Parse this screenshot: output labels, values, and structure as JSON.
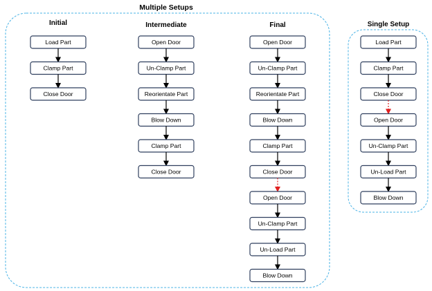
{
  "groups": {
    "multiple": {
      "title": "Multiple Setups"
    },
    "single": {
      "title": "Single Setup"
    }
  },
  "columns": [
    {
      "title": "Initial",
      "steps": [
        "Load Part",
        "Clamp Part",
        "Close Door"
      ],
      "dashed_after": []
    },
    {
      "title": "Intermediate",
      "steps": [
        "Open Door",
        "Un-Clamp Part",
        "Reorientate Part",
        "Blow Down",
        "Clamp Part",
        "Close Door"
      ],
      "dashed_after": []
    },
    {
      "title": "Final",
      "steps": [
        "Open Door",
        "Un-Clamp Part",
        "Reorientate Part",
        "Blow Down",
        "Clamp Part",
        "Close Door",
        "Open Door",
        "Un-Clamp Part",
        "Un-Load Part",
        "Blow Down"
      ],
      "dashed_after": [
        5
      ]
    },
    {
      "title": "Single Setup",
      "steps": [
        "Load Part",
        "Clamp Part",
        "Close Door",
        "Open Door",
        "Un-Clamp Part",
        "Un-Load Part",
        "Blow Down"
      ],
      "dashed_after": [
        2
      ]
    }
  ],
  "colors": {
    "group_border": "#4ab3e6",
    "box_border": "#2f3f5e",
    "arrow": "#000000",
    "dashed_arrow": "#e02020"
  }
}
